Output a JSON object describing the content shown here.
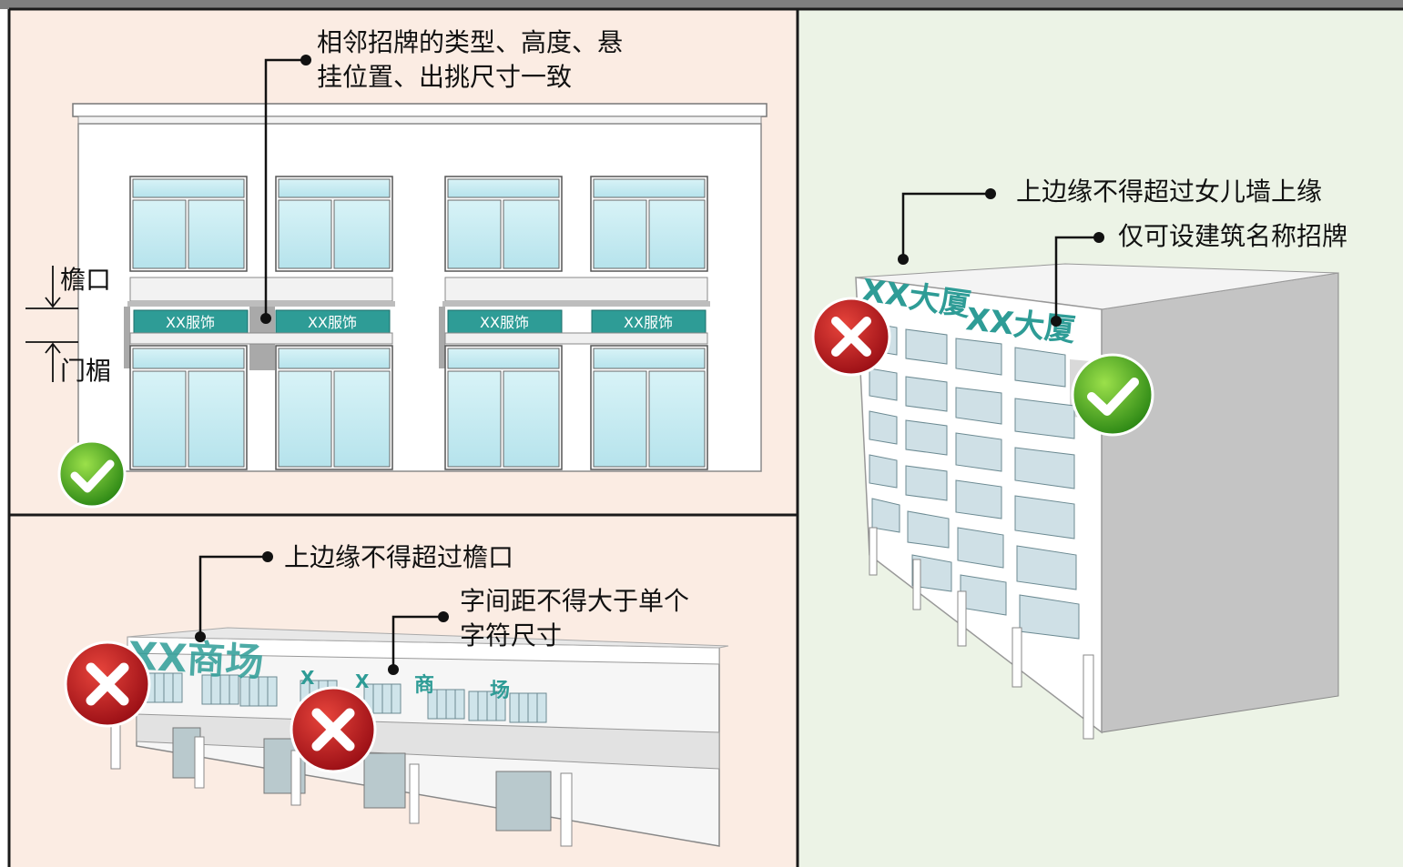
{
  "colors": {
    "panel_top_left_bg": "#fbece3",
    "panel_bottom_left_bg": "#fbece3",
    "panel_right_bg": "#ecf3e6",
    "frame_top_bar": "#7f7f7f",
    "sign_teal": "#2e9c96",
    "sign_text": "#ffffff",
    "glass": "#c8ecf2",
    "error_red": "#c81d24",
    "ok_green": "#4caf22"
  },
  "top_left": {
    "callout": [
      "相邻招牌的类型、高度、悬",
      "挂位置、出挑尺寸一致"
    ],
    "eave_label": "檐口",
    "lintel_label": "门楣",
    "signs": [
      "XX服饰",
      "XX服饰",
      "XX服饰",
      "XX服饰"
    ],
    "status_icon": "check-icon"
  },
  "bottom_left": {
    "callout_1": "上边缘不得超过檐口",
    "callout_2": [
      "字间距不得大于单个",
      "字符尺寸"
    ],
    "sign_wrong_1": "XX商场",
    "sign_wrong_2": [
      "X",
      "X",
      "商",
      "场"
    ],
    "status_icons": [
      "cross-icon",
      "cross-icon"
    ]
  },
  "right": {
    "callout_1": "上边缘不得超过女儿墙上缘",
    "callout_2": "仅可设建筑名称招牌",
    "sign_wrong": "XX大厦",
    "sign_right": "XX大厦",
    "status_icons": [
      "cross-icon",
      "check-icon"
    ]
  }
}
